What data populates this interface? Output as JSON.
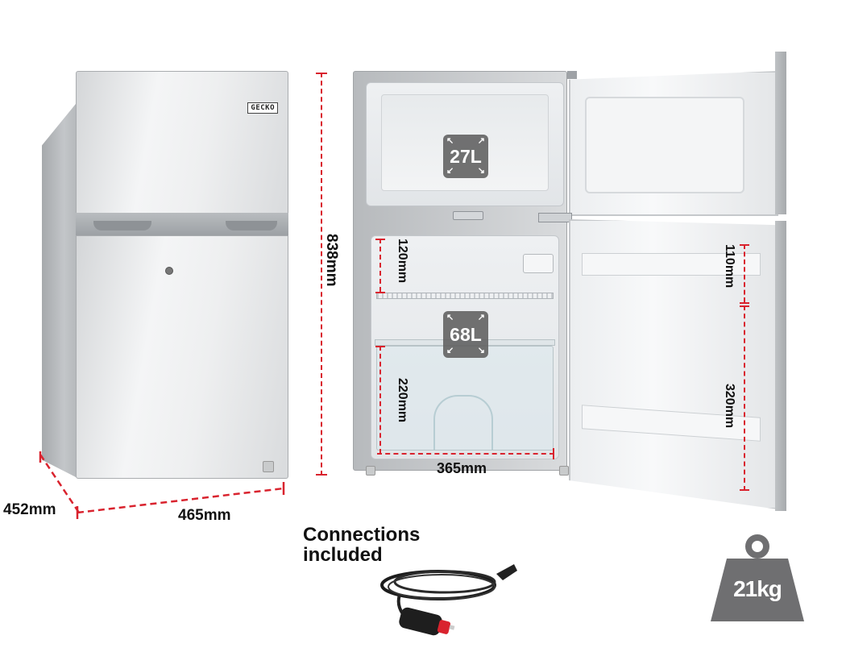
{
  "brand": {
    "logo_text": "GECKO"
  },
  "capacities": {
    "freezer": "27L",
    "fridge": "68L"
  },
  "dimensions": {
    "height": "838mm",
    "width": "465mm",
    "depth": "452mm",
    "fridge_top_shelf": "120mm",
    "crisper_height": "220mm",
    "interior_width": "365mm",
    "door_upper_bin": "110mm",
    "door_lower_section": "320mm"
  },
  "accessories": {
    "heading_line1": "Connections",
    "heading_line2": "included"
  },
  "weight": {
    "label": "21kg"
  },
  "colors": {
    "dimension_line": "#d9232e",
    "badge_bg": "#5f5f5f",
    "weight_icon": "#6f6f71"
  }
}
